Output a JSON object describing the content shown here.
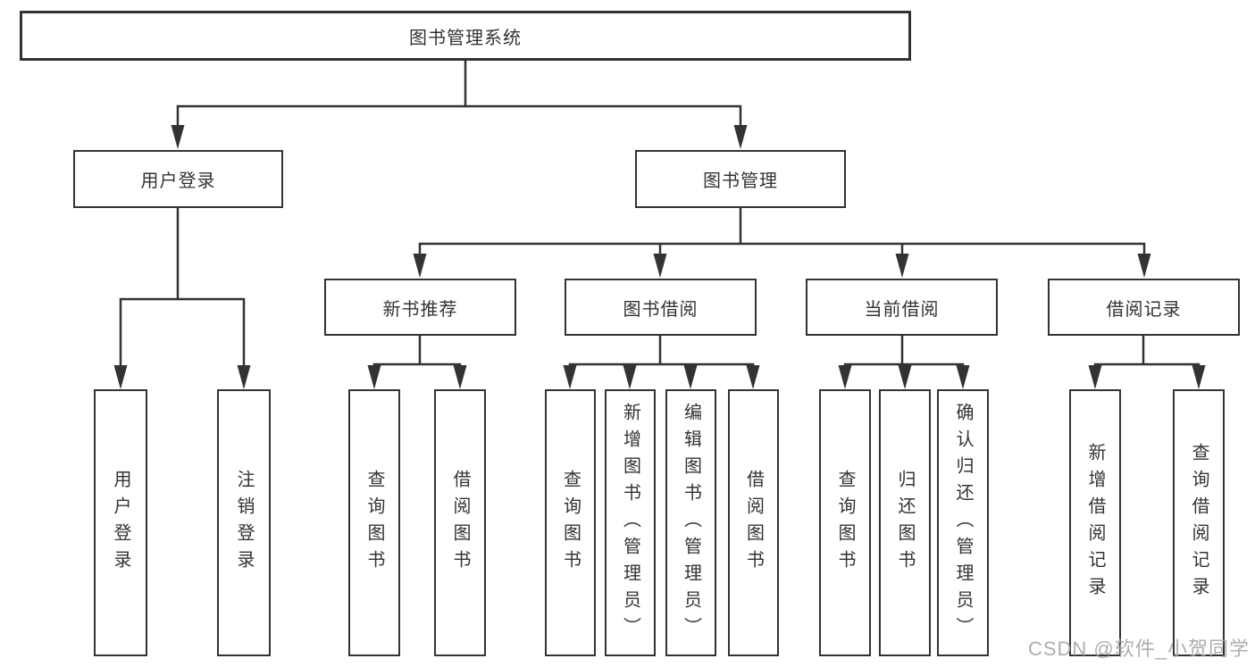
{
  "diagram": {
    "root": {
      "label": "图书管理系统"
    },
    "level2": [
      {
        "label": "用户登录"
      },
      {
        "label": "图书管理"
      }
    ],
    "level3": [
      {
        "label": "新书推荐"
      },
      {
        "label": "图书借阅"
      },
      {
        "label": "当前借阅"
      },
      {
        "label": "借阅记录"
      }
    ],
    "leaves": {
      "user_login": [
        {
          "label": "用户登录"
        },
        {
          "label": "注销登录"
        }
      ],
      "new_book_rec": [
        {
          "label": "查询图书"
        },
        {
          "label": "借阅图书"
        }
      ],
      "book_borrow": [
        {
          "label": "查询图书"
        },
        {
          "label": "新增图书（管理员）"
        },
        {
          "label": "编辑图书（管理员）"
        },
        {
          "label": "借阅图书"
        }
      ],
      "current_borrow": [
        {
          "label": "查询图书"
        },
        {
          "label": "归还图书"
        },
        {
          "label": "确认归还（管理员）"
        }
      ],
      "borrow_records": [
        {
          "label": "新增借阅记录"
        },
        {
          "label": "查询借阅记录"
        }
      ]
    },
    "watermark": "CSDN @软件_小贺同学",
    "colors": {
      "line": "#333333",
      "box_border": "#333333",
      "box_fill": "#ffffff",
      "text": "#333333",
      "watermark": "#a6a6a6"
    }
  }
}
